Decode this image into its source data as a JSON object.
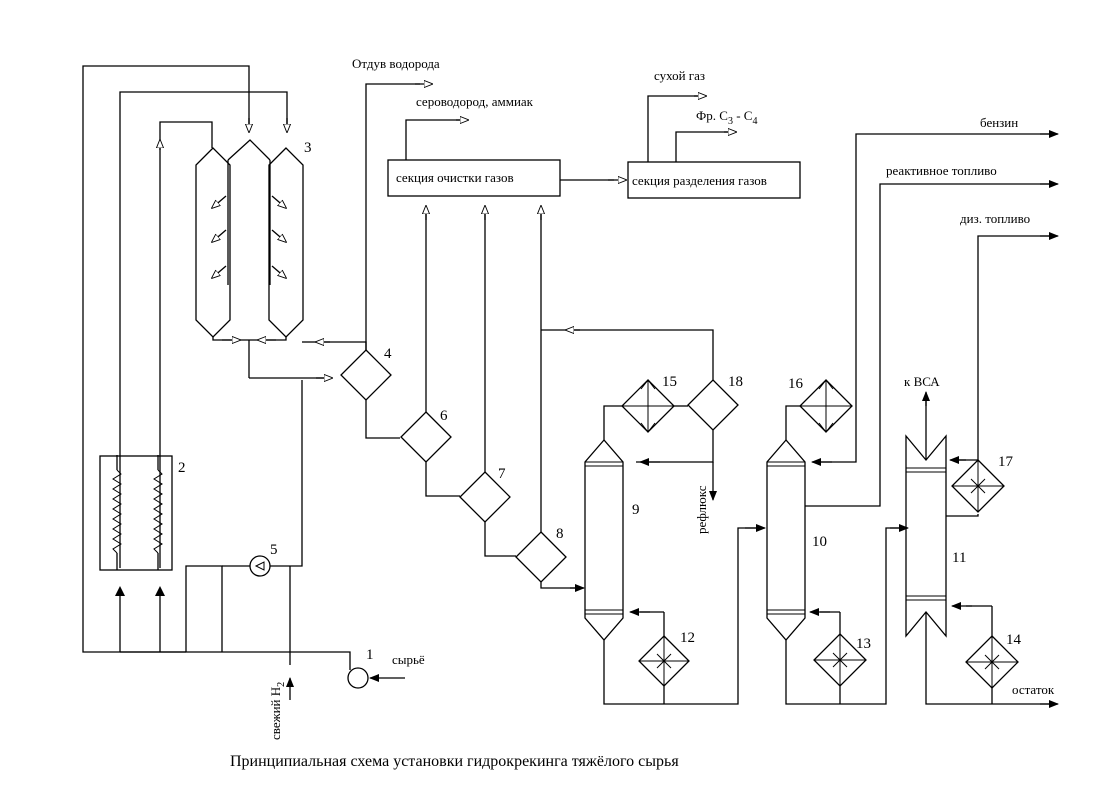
{
  "labels": {
    "hydrogen_purge": "Отдув водорода",
    "h2s_ammonia": "сероводород, аммиак",
    "dry_gas": "сухой газ",
    "fraction_prefix": "Фр. С",
    "fraction_sub1": "3",
    "fraction_dash": " - С",
    "fraction_sub2": "4",
    "gas_cleaning": "секция очистки газов",
    "gas_separation": "секция разделения газов",
    "gasoline": "бензин",
    "jet_fuel": "реактивное топливо",
    "diesel": "диз. топливо",
    "to_hcg": "к ВСА",
    "reflux": "рефлюкс",
    "feed": "сырьё",
    "fresh_h2": "свежий Н",
    "fresh_h2_sub": "2",
    "residue": "остаток"
  },
  "numbers": {
    "n1": "1",
    "n2": "2",
    "n3": "3",
    "n4": "4",
    "n5": "5",
    "n6": "6",
    "n7": "7",
    "n8": "8",
    "n9": "9",
    "n10": "10",
    "n11": "11",
    "n12": "12",
    "n13": "13",
    "n14": "14",
    "n15": "15",
    "n16": "16",
    "n17": "17",
    "n18": "18"
  },
  "title": "Принципиальная схема установки гидрокрекинга тяжёлого сырья"
}
